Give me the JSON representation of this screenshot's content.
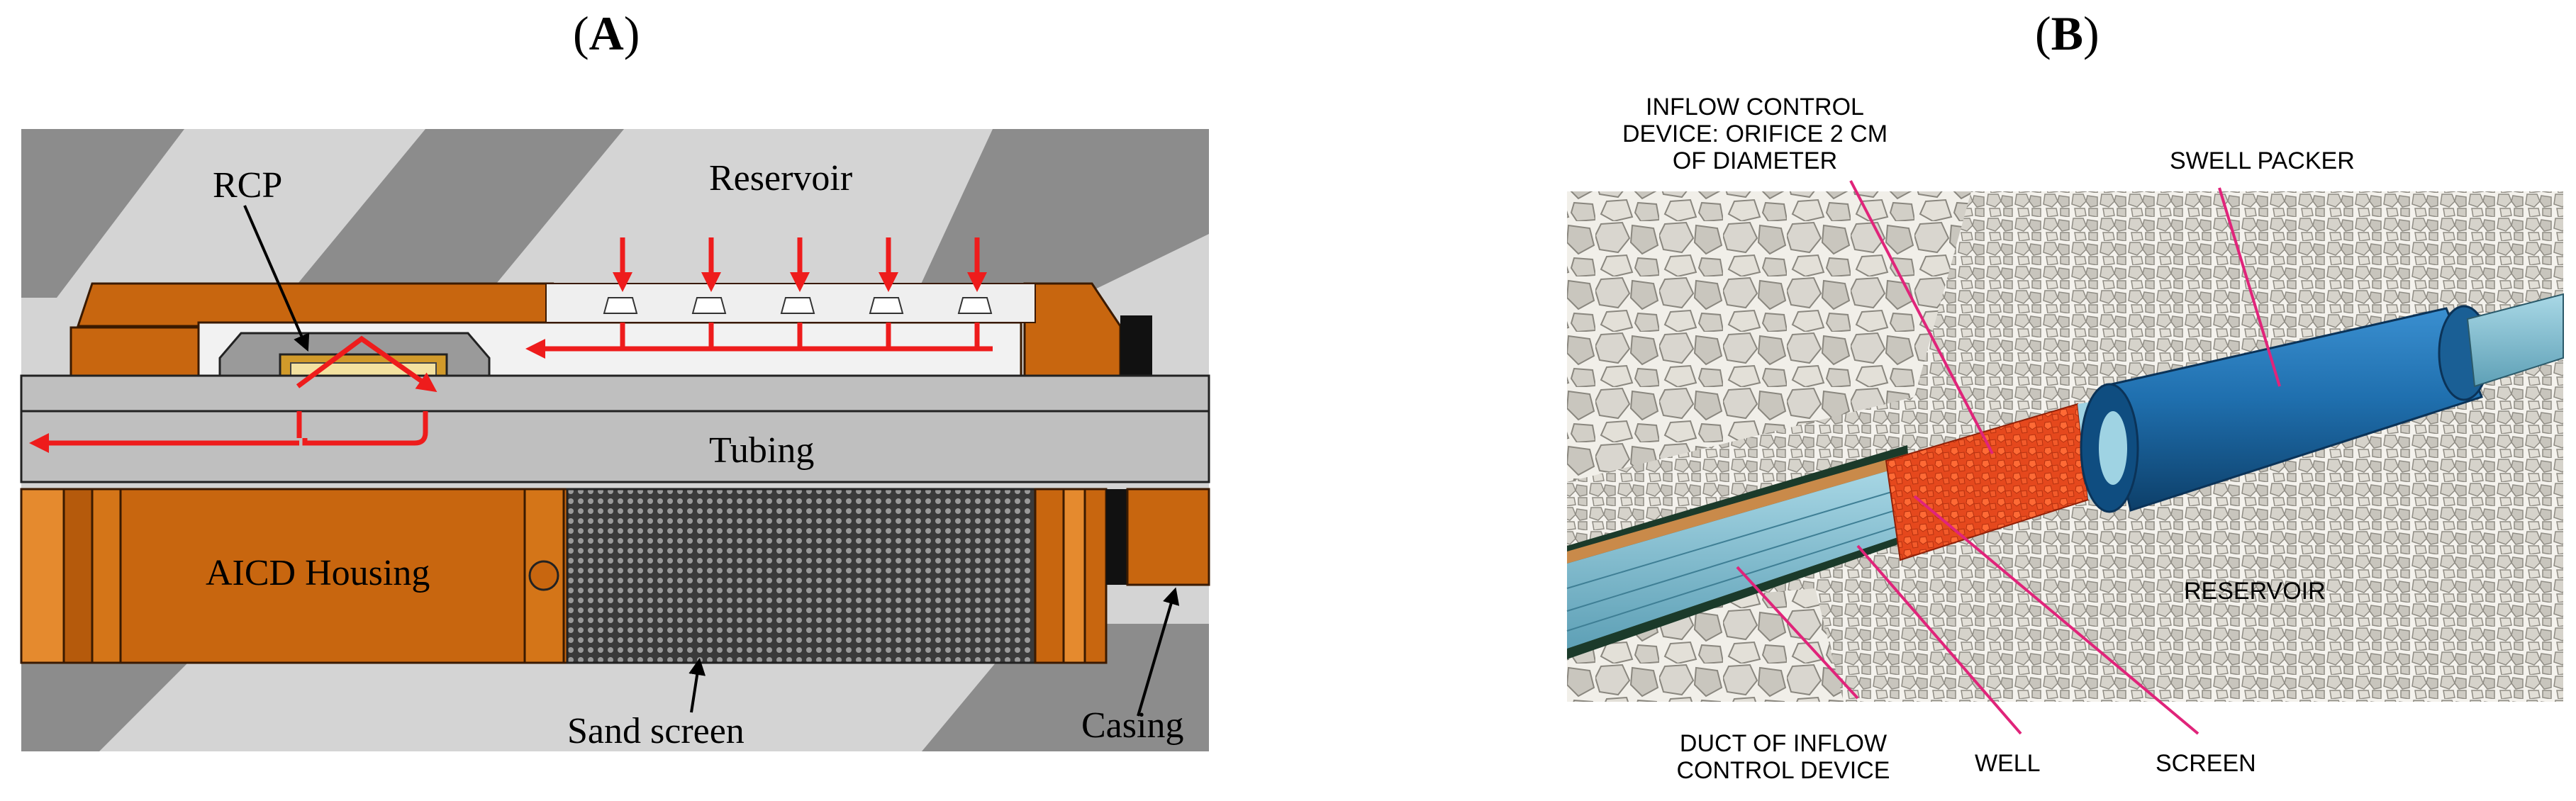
{
  "panel_a": {
    "paren_open": "(",
    "letter": "A",
    "paren_close": ")",
    "labels": {
      "rcp": "RCP",
      "reservoir": "Reservoir",
      "tubing": "Tubing",
      "aicd_housing": "AICD Housing",
      "sand_screen": "Sand screen",
      "casing": "Casing"
    }
  },
  "panel_b": {
    "paren_open": "(",
    "letter": "B",
    "paren_close": ")",
    "labels": {
      "icd_line1": "INFLOW CONTROL",
      "icd_line2": "DEVICE: ORIFICE 2 CM",
      "icd_line3": "OF DIAMETER",
      "swell_packer": "SWELL PACKER",
      "reservoir": "RESERVOIR",
      "duct_line1": "DUCT OF INFLOW",
      "duct_line2": "CONTROL DEVICE",
      "well": "WELL",
      "screen": "SCREEN"
    }
  },
  "colors": {
    "rock_dark": "#8c8c8c",
    "rock_light": "#d4d4d4",
    "copper": "#c8660f",
    "copper_light": "#e58a2e",
    "tubing": "#bfbfbf",
    "arrow": "#ee1c1c",
    "packer_blue": "#1f6fae",
    "screen_orange": "#e5481d",
    "callout": "#e0247a",
    "well_blue": "#8ec7d8"
  }
}
